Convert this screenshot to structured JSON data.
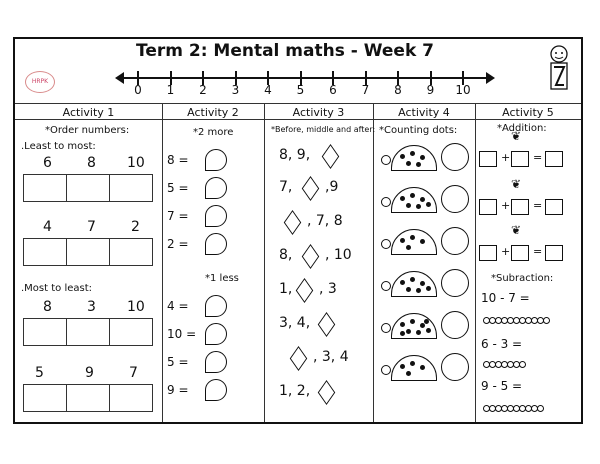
{
  "title": "Term 2: Mental maths - Week 7",
  "logo_text": "HRPK",
  "number_line": [
    "0",
    "1",
    "2",
    "3",
    "4",
    "5",
    "6",
    "7",
    "8",
    "9",
    "10"
  ],
  "activities": {
    "a1": {
      "header": "Activity 1",
      "label": "*Order numbers:",
      "least": ".Least to most:",
      "least_sets": [
        [
          "6",
          "8",
          "10"
        ],
        [
          "4",
          "7",
          "2"
        ]
      ],
      "most": ".Most to least:",
      "most_sets": [
        [
          "8",
          "3",
          "10"
        ],
        [
          "5",
          "9",
          "7"
        ]
      ]
    },
    "a2": {
      "header": "Activity 2",
      "more": "*2 more",
      "more_items": [
        "8 =",
        "5 =",
        "7 =",
        "2 ="
      ],
      "less": "*1 less",
      "less_items": [
        "4 =",
        "10 =",
        "5 =",
        "9 ="
      ]
    },
    "a3": {
      "header": "Activity 3",
      "label": "*Before, middle and after:",
      "rows": [
        {
          "a": "8, 9,",
          "b": ""
        },
        {
          "a": "7,",
          "b": ",9"
        },
        {
          "a": "",
          "b": ", 7, 8"
        },
        {
          "a": "8,",
          "b": ", 10"
        },
        {
          "a": "1,",
          "b": ", 3"
        },
        {
          "a": "3, 4,",
          "b": ""
        },
        {
          "a": "",
          "b": ", 3, 4"
        },
        {
          "a": "1, 2,",
          "b": ""
        }
      ]
    },
    "a4": {
      "header": "Activity 4",
      "label": "*Counting dots:",
      "dots": [
        5,
        6,
        4,
        6,
        8,
        4
      ]
    },
    "a5": {
      "header": "Activity 5",
      "add": "*Addition:",
      "plus": "+",
      "equals": "=",
      "sub": "*Subraction:",
      "sub_items": [
        "10 - 7 =",
        "6 - 3 =",
        "9 - 5 ="
      ]
    }
  }
}
